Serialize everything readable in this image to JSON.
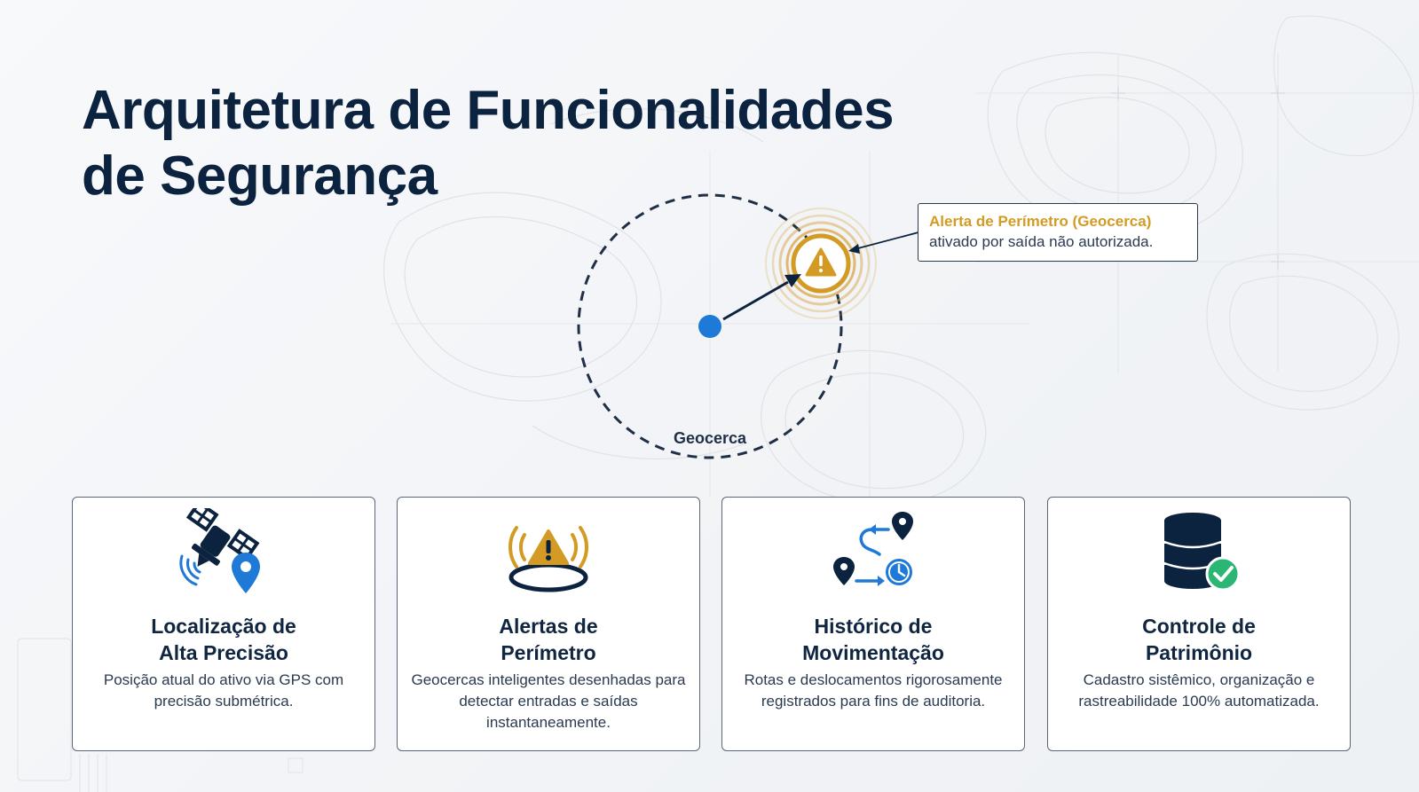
{
  "title": {
    "line1": "Arquitetura de Funcionalidades",
    "line2": "de Segurança"
  },
  "geofence": {
    "label": "Geocerca",
    "callout_title": "Alerta de Perímetro (Geocerca)",
    "callout_text": "ativado por saída não autorizada."
  },
  "cards": [
    {
      "icon": "satellite-gps-icon",
      "title_line1": "Localização de",
      "title_line2": "Alta Precisão",
      "description": "Posição atual do ativo via GPS com precisão submétrica."
    },
    {
      "icon": "perimeter-alert-icon",
      "title_line1": "Alertas de",
      "title_line2": "Perímetro",
      "description": "Geocercas inteligentes desenhadas para detectar entradas e saídas instantaneamente."
    },
    {
      "icon": "route-history-icon",
      "title_line1": "Histórico de",
      "title_line2": "Movimentação",
      "description": "Rotas e deslocamentos rigorosamente registrados para fins de auditoria."
    },
    {
      "icon": "database-check-icon",
      "title_line1": "Controle de",
      "title_line2": "Patrimônio",
      "description": "Cadastro sistêmico, organização e rastreabilidade 100% automatizada."
    }
  ],
  "colors": {
    "navy": "#0c2340",
    "accent_blue": "#1e7ad6",
    "alert_gold": "#d39b23",
    "success_green": "#2bb673"
  }
}
